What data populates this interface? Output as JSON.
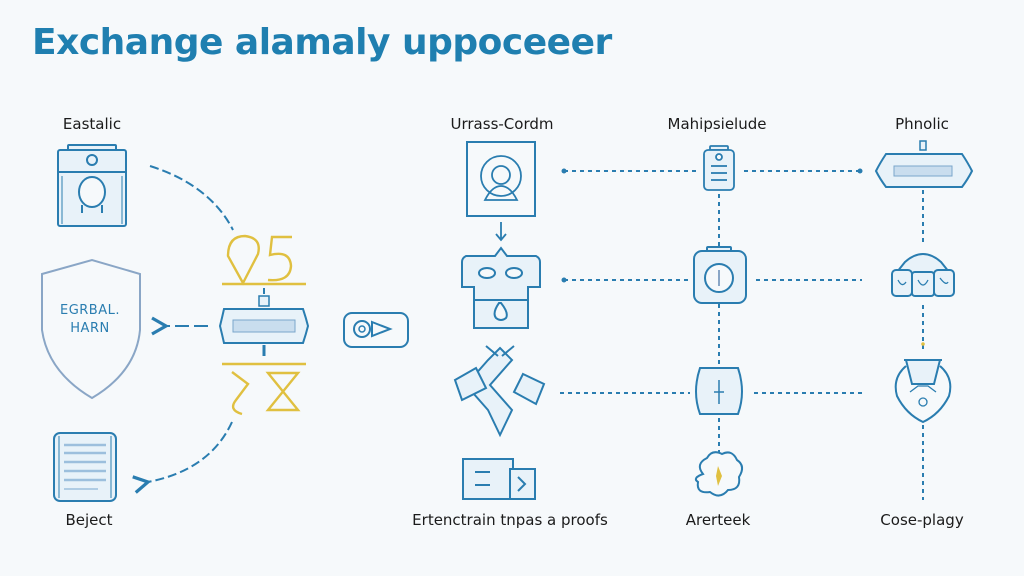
{
  "title": "Exchange аlamaly uppoceeer",
  "labels": {
    "eastalic": "Eastalic",
    "beject": "Beject",
    "urrass_cordm": "Urrass-Cordm",
    "mahipsielude": "Mahipsielude",
    "phnolic": "Phnolic",
    "ertenctrain": "Ertenctrain tnpas a proofs",
    "arerteek": "Arerteek",
    "cose_plagy": "Cose-plagy"
  },
  "shield": {
    "line1": "EGRBAL.",
    "line2": "HARN"
  },
  "colors": {
    "primary": "#2a7db0",
    "title": "#1f7fb0",
    "accent": "#e0c040",
    "muted": "#8aa6c6",
    "fill": "#e8f2f9"
  }
}
